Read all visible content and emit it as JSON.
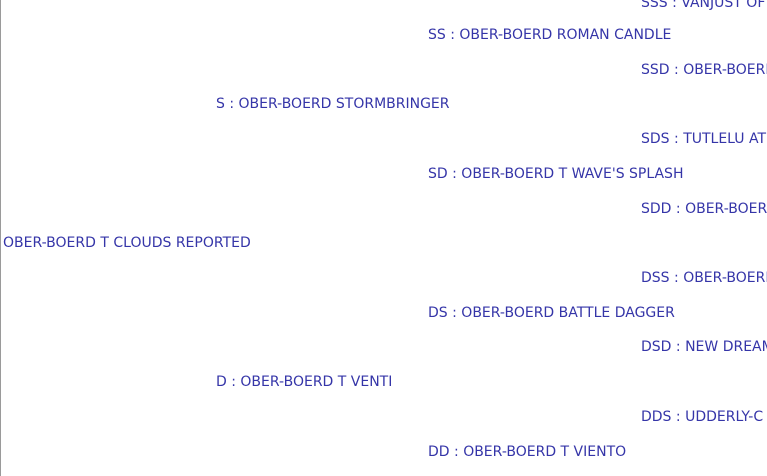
{
  "pedigree": {
    "subject": {
      "name": "OBER-BOERD T CLOUDS REPORTED"
    },
    "s": {
      "code": "S",
      "sep": ":",
      "name": "OBER-BOERD STORMBRINGER"
    },
    "d": {
      "code": "D",
      "sep": ":",
      "name": "OBER-BOERD T VENTI"
    },
    "ss": {
      "code": "SS",
      "sep": ":",
      "name": "OBER-BOERD ROMAN CANDLE"
    },
    "sd": {
      "code": "SD",
      "sep": ":",
      "name": "OBER-BOERD T WAVE'S SPLASH"
    },
    "ds": {
      "code": "DS",
      "sep": ":",
      "name": "OBER-BOERD BATTLE DAGGER"
    },
    "dd": {
      "code": "DD",
      "sep": ":",
      "name": "OBER-BOERD T VIENTO"
    },
    "sss": {
      "code": "SSS",
      "sep": ":",
      "name": "VANJUST OF"
    },
    "ssd": {
      "code": "SSD",
      "sep": ":",
      "name": "OBER-BOERD"
    },
    "sds": {
      "code": "SDS",
      "sep": ":",
      "name": "TUTLELU AT"
    },
    "sdd": {
      "code": "SDD",
      "sep": ":",
      "name": "OBER-BOERD"
    },
    "dss": {
      "code": "DSS",
      "sep": ":",
      "name": "OBER-BOERD"
    },
    "dsd": {
      "code": "DSD",
      "sep": ":",
      "name": "NEW DREAM"
    },
    "dds": {
      "code": "DDS",
      "sep": ":",
      "name": "UDDERLY-C"
    }
  },
  "colors": {
    "link": "#3535a8",
    "background": "#ffffff",
    "left_border": "#9a9a9a"
  }
}
